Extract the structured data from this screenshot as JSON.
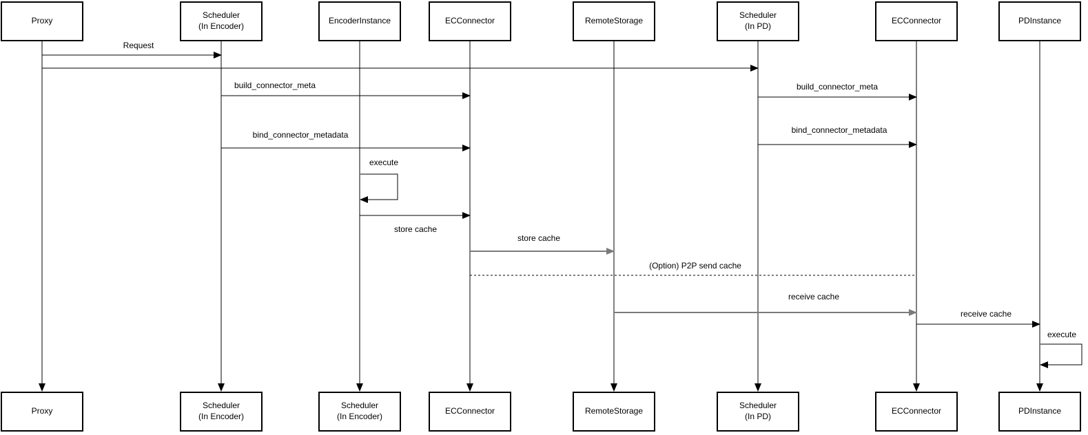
{
  "colors": {
    "background": "#ffffff",
    "box_fill": "#ffffff",
    "box_border": "#000000",
    "line_black": "#000000",
    "line_gray": "#7a7a7a",
    "text": "#000000"
  },
  "diagram": {
    "type": "sequence-diagram",
    "actors_top": [
      {
        "id": "proxy",
        "label": "Proxy"
      },
      {
        "id": "scheduler-in-encoder",
        "label": "Scheduler\n(In Encoder)"
      },
      {
        "id": "encoder-instance",
        "label": "EncoderInstance"
      },
      {
        "id": "ec-connector",
        "label": "ECConnector"
      },
      {
        "id": "remote-storage",
        "label": "RemoteStorage"
      },
      {
        "id": "scheduler-in-pd",
        "label": "Scheduler\n(In PD)"
      },
      {
        "id": "ec-connector-pd",
        "label": "ECConnector"
      },
      {
        "id": "pd-instance",
        "label": "PDInstance"
      }
    ],
    "actors_bottom": [
      {
        "id": "proxy",
        "label": "Proxy"
      },
      {
        "id": "scheduler-in-encoder",
        "label": "Scheduler\n(In Encoder)"
      },
      {
        "id": "scheduler-in-encoder-2",
        "label": "Scheduler\n(In Encoder)"
      },
      {
        "id": "ec-connector",
        "label": "ECConnector"
      },
      {
        "id": "remote-storage",
        "label": "RemoteStorage"
      },
      {
        "id": "scheduler-in-pd",
        "label": "Scheduler\n(In PD)"
      },
      {
        "id": "ec-connector-pd",
        "label": "ECConnector"
      },
      {
        "id": "pd-instance",
        "label": "PDInstance"
      }
    ],
    "messages": [
      {
        "name": "request",
        "label": "Request",
        "from": 0,
        "to": 1,
        "style": "solid",
        "color": "black",
        "arrowhead": true
      },
      {
        "name": "forward-request",
        "label": "",
        "from": 0,
        "to": 5,
        "style": "solid",
        "color": "black",
        "arrowhead": true
      },
      {
        "name": "build-connector-meta-encoder",
        "label": "build_connector_meta",
        "from": 1,
        "to": 3,
        "style": "solid",
        "color": "black",
        "arrowhead": true
      },
      {
        "name": "build-connector-meta-pd",
        "label": "build_connector_meta",
        "from": 5,
        "to": 6,
        "style": "solid",
        "color": "black",
        "arrowhead": true
      },
      {
        "name": "bind-connector-metadata-encoder",
        "label": "bind_connector_metadata",
        "from": 1,
        "to": 3,
        "style": "solid",
        "color": "black",
        "arrowhead": true
      },
      {
        "name": "bind-connector-metadata-pd",
        "label": "bind_connector_metadata",
        "from": 5,
        "to": 6,
        "style": "solid",
        "color": "black",
        "arrowhead": true
      },
      {
        "name": "execute-encoder",
        "label": "execute",
        "from": 2,
        "to": 2,
        "style": "solid",
        "color": "black",
        "arrowhead": true,
        "self": true
      },
      {
        "name": "store-cache-encoder",
        "label": "store cache",
        "from": 2,
        "to": 3,
        "style": "solid",
        "color": "black",
        "arrowhead": true
      },
      {
        "name": "store-cache-remote",
        "label": "store cache",
        "from": 3,
        "to": 4,
        "style": "solid",
        "color": "gray",
        "arrowhead": true
      },
      {
        "name": "p2p-send-cache",
        "label": "(Option) P2P send cache",
        "from": 3,
        "to": 6,
        "style": "dashed",
        "color": "black",
        "arrowhead": false
      },
      {
        "name": "receive-cache-remote",
        "label": "receive cache",
        "from": 4,
        "to": 6,
        "style": "solid",
        "color": "gray",
        "arrowhead": true
      },
      {
        "name": "receive-cache-pd",
        "label": "receive cache",
        "from": 6,
        "to": 7,
        "style": "solid",
        "color": "black",
        "arrowhead": true
      },
      {
        "name": "execute-pd",
        "label": "execute",
        "from": 7,
        "to": 7,
        "style": "solid",
        "color": "black",
        "arrowhead": true,
        "self": true
      }
    ]
  }
}
